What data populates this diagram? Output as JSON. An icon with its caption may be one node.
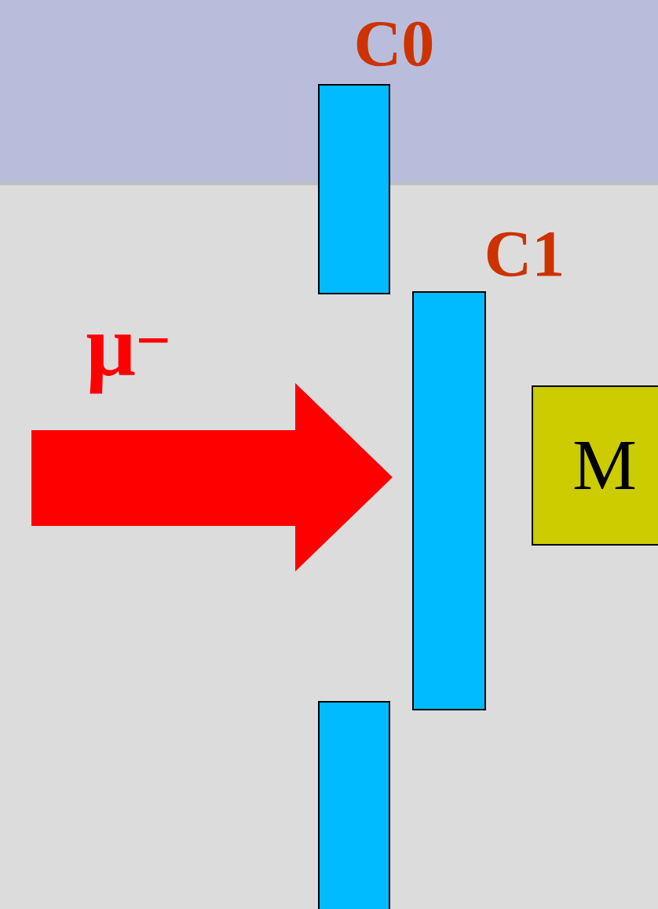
{
  "diagram": {
    "nodes": [
      {
        "text": [
          "C0"
        ]
      },
      {
        "text": [
          "C1"
        ]
      },
      {
        "text": [
          "M"
        ]
      },
      {
        "text": [],
        "shape": "bar"
      }
    ],
    "labels": [
      "μ$^{−}$"
    ]
  }
}
